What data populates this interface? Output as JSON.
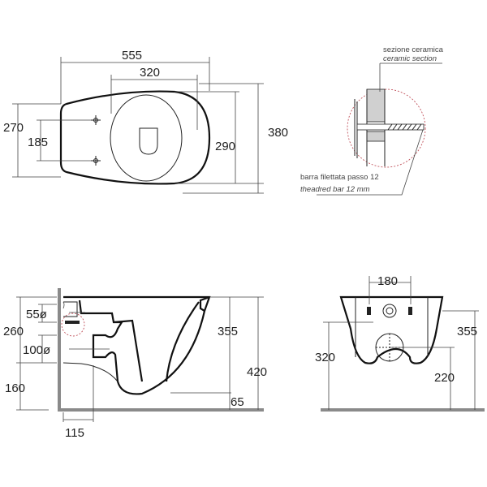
{
  "top_view": {
    "width": "555",
    "hole_spacing_long": "320",
    "overall_depth": "270",
    "hole_spacing": "185",
    "bowl_depth": "290",
    "total_depth": "380"
  },
  "detail": {
    "label_it": "sezione ceramica",
    "label_en": "ceramic section",
    "bar_it": "barra filettata passo 12",
    "bar_en": "theadred bar 12 mm"
  },
  "side_view": {
    "inlet_diameter": "55ø",
    "outlet_height": "260",
    "outlet_diameter": "100ø",
    "floor_to_outlet": "160",
    "bowl_height": "355",
    "total_height": "420",
    "rim_offset": "65",
    "wall_offset": "115"
  },
  "front_view": {
    "bolt_spacing": "180",
    "height_left": "320",
    "outlet_center": "220",
    "height_right": "355"
  }
}
